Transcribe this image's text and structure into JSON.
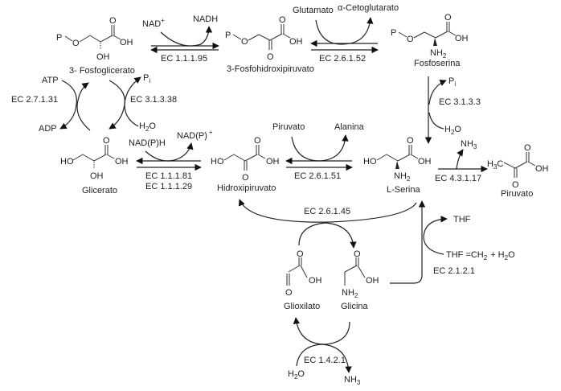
{
  "diagram": {
    "title": "Metabolismo de la serina",
    "compounds": {
      "fosfoglicerato": "3- Fosfoglicerato",
      "fosfohidroxipiruvato": "3-Fosfohidroxipiruvato",
      "fosfoserina": "Fosfoserina",
      "glicerato": "Glicerato",
      "hidroxipiruvato": "Hidroxipiruvato",
      "serina": "L-Serina",
      "piruvato": "Piruvato",
      "glioxilato": "Glioxilato",
      "glicina": "Glicina"
    },
    "cofactors": {
      "nad_plus": "NAD",
      "nadh": "NADH",
      "glutamato": "Glutamato",
      "cetoglutarato": "α-Cetoglutarato",
      "atp": "ATP",
      "adp": "ADP",
      "pi_1": "P",
      "pi_2": "P",
      "h2o_1": "H",
      "h2o_2": "H",
      "nadph": "NAD(P)H",
      "nadp_plus": "NAD(P)",
      "piruvato": "Piruvato",
      "alanina": "Alanina",
      "nh3_1": "NH",
      "thf": "THF",
      "thf_ch2": "THF =CH",
      "h2o_3": "+ H",
      "h2o_4": "H",
      "nh3_2": "NH"
    },
    "enzymes": {
      "ec_1_1_1_95": "EC 1.1.1.95",
      "ec_2_6_1_52": "EC 2.6.1.52",
      "ec_3_1_3_3": "EC 3.1.3.3",
      "ec_2_7_1_31": "EC 2.7.1.31",
      "ec_3_1_3_38": "EC 3.1.3.38",
      "ec_1_1_1_81": "EC 1.1.1.81",
      "ec_1_1_1_29": "EC 1.1.1.29",
      "ec_2_6_1_51": "EC 2.6.1.51",
      "ec_4_3_1_17": "EC 4.3.1.17",
      "ec_2_6_1_45": "EC 2.6.1.45",
      "ec_2_1_2_1": "EC 2.1.2.1",
      "ec_1_4_2_1": "EC 1.4.2.1"
    },
    "atoms": {
      "P": "P",
      "O": "O",
      "OH": "OH",
      "HO": "HO",
      "NH": "NH",
      "H": "H",
      "C": "C"
    },
    "symbols": {
      "plus": "+",
      "sub_2": "2",
      "sub_3": "3",
      "sub_i": "i",
      "o_letter": "O"
    }
  }
}
